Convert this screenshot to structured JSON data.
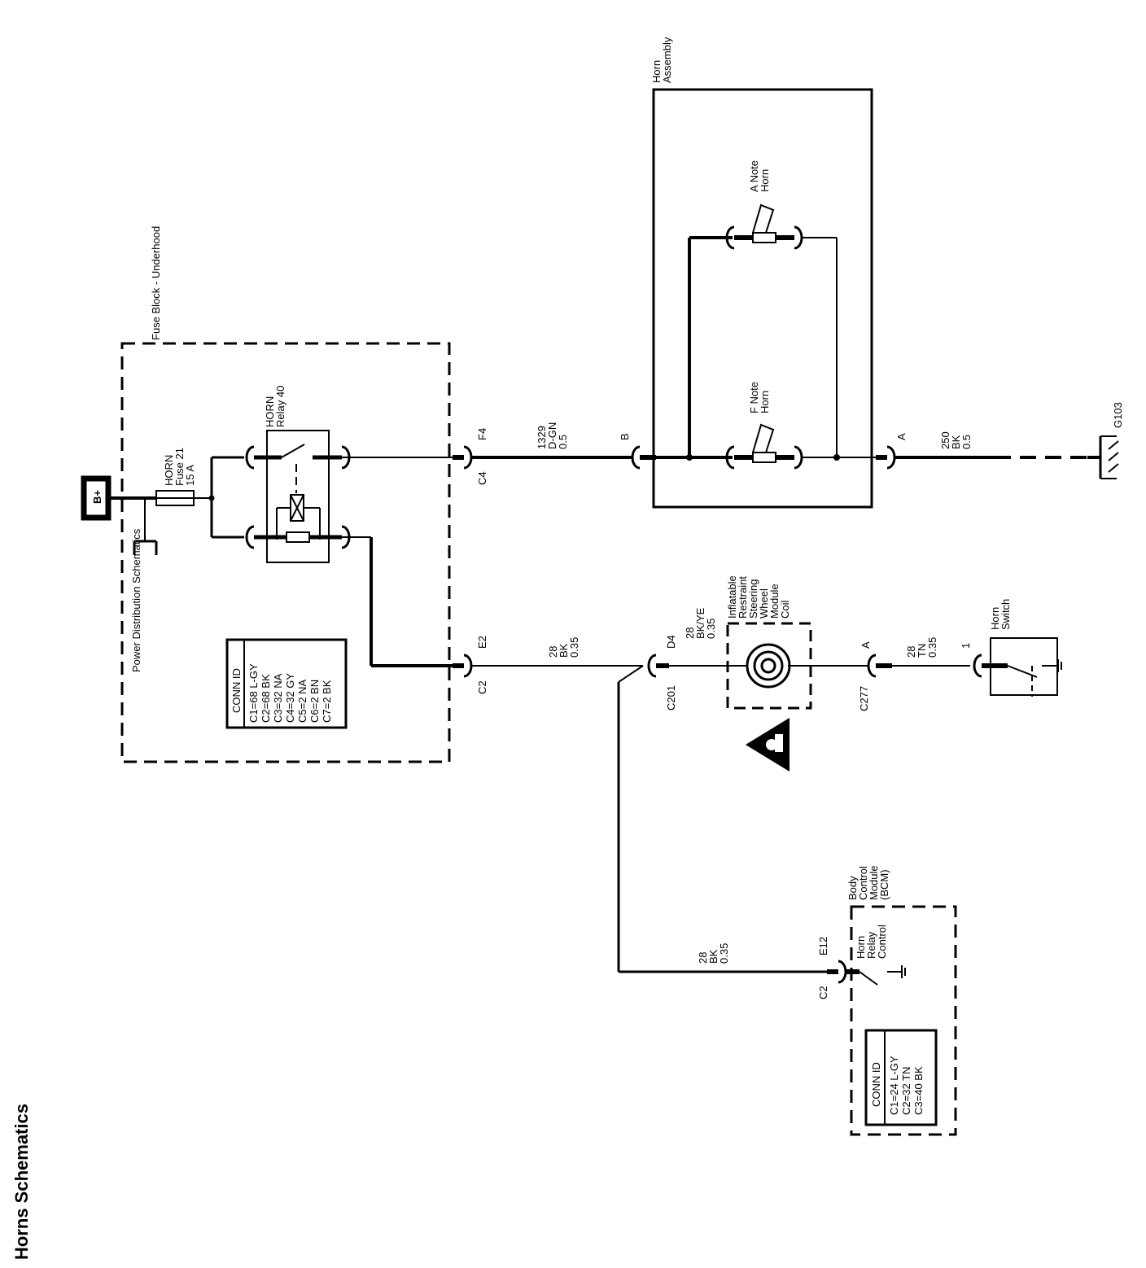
{
  "title": "Horns Schematics",
  "power": "B+",
  "power_distribution": "Power Distribution Schematics",
  "fuse_block": {
    "name": "Fuse Block - Underhood",
    "fuse": [
      "HORN",
      "Fuse 21",
      "15 A"
    ],
    "relay": [
      "HORN",
      "Relay 40"
    ],
    "conn_id_title": "CONN ID",
    "conn_ids": [
      "C1=68 L-GY",
      "C2=68 BK",
      "C3=32 NA",
      "C4=32 GY",
      "C5=2 NA",
      "C6=2 BN",
      "C7=2 BK"
    ]
  },
  "connectors": {
    "c4": "C4",
    "f4": "F4",
    "c2": "C2",
    "e2": "E2",
    "c201": "C201",
    "d4": "D4",
    "c277": "C277",
    "a_c277": "A",
    "pin1": "1",
    "horn_b": "B",
    "horn_a": "A",
    "bcm_c2": "C2",
    "bcm_e12": "E12"
  },
  "wires": {
    "w1329": [
      "1329",
      "D-GN",
      "0.5"
    ],
    "w250": [
      "250",
      "BK",
      "0.5"
    ],
    "w28_c2": [
      "28",
      "BK",
      "0.35"
    ],
    "w28_c201": [
      "28",
      "BK/YE",
      "0.35"
    ],
    "w28_c277": [
      "28",
      "TN",
      "0.35"
    ],
    "w28_bcm": [
      "28",
      "BK",
      "0.35"
    ]
  },
  "horn_assembly": [
    "Horn",
    "Assembly"
  ],
  "a_note": [
    "A Note",
    "Horn"
  ],
  "f_note": [
    "F Note",
    "Horn"
  ],
  "ground": "G103",
  "coil": [
    "Inflatable",
    "Restraint",
    "Steering",
    "Wheel",
    "Module",
    "Coil"
  ],
  "horn_switch": [
    "Horn",
    "Switch"
  ],
  "bcm": {
    "name": [
      "Body",
      "Control",
      "Module",
      "(BCM)"
    ],
    "function": [
      "Horn",
      "Relay",
      "Control"
    ],
    "conn_id_title": "CONN ID",
    "conn_ids": [
      "C1=24 L-GY",
      "C2=32 TN",
      "C3=40 BK"
    ]
  }
}
